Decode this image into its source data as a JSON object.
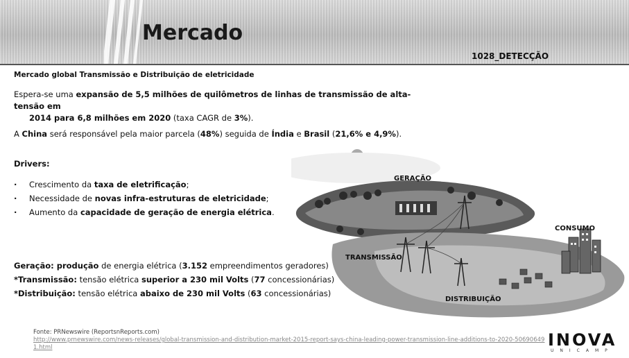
{
  "header": {
    "title": "Mercado",
    "code": "1028_DETECÇÃO"
  },
  "section_title": "Mercado global Transmissão e Distribuição de eletricidade",
  "paragraph1": {
    "t1": "Espera-se uma ",
    "b1": "expansão de 5,5 milhões de quilômetros de linhas de transmissão de alta-tensão em",
    "b2": "2014 para 6,8 milhões em 2020",
    "t2": " (taxa CAGR de ",
    "b3": "3%",
    "t3": ")."
  },
  "paragraph2": {
    "t1": "A ",
    "b1": "China",
    "t2": " será responsável pela maior parcela (",
    "b2": "48%",
    "t3": ") seguida de ",
    "b3": "Índia",
    "t4": " e ",
    "b4": "Brasil",
    "t5": " (",
    "b5": "21,6% e 4,9%",
    "t6": ")."
  },
  "drivers_title": "Drivers:",
  "drivers": [
    {
      "t1": "Crescimento da ",
      "b1": "taxa de eletrificação",
      "t2": ";"
    },
    {
      "t1": "Necessidade de ",
      "b1": "novas infra-estruturas de eletricidade",
      "t2": ";"
    },
    {
      "t1": "Aumento da ",
      "b1": "capacidade de geração de energia elétrica",
      "t2": "."
    }
  ],
  "definitions": [
    {
      "b1": "Geração: produção",
      "t1": " de energia elétrica (",
      "b2": "3.152",
      "t2": " empreendimentos geradores)"
    },
    {
      "b1": "*Transmissão:",
      "t1": " tensão elétrica ",
      "b2": "superior a 230 mil Volts",
      "t2": " (",
      "b3": "77",
      "t3": " concessionárias)"
    },
    {
      "b1": "*Distribuição:",
      "t1": " tensão elétrica ",
      "b2": "abaixo de 230 mil Volts",
      "t2": " (",
      "b3": "63",
      "t3": " concessionárias)"
    }
  ],
  "illustration": {
    "labels": {
      "geracao": "GERAÇÃO",
      "consumo": "CONSUMO",
      "transmissao": "TRANSMISSÃO",
      "distribuicao": "DISTRIBUIÇÃO"
    }
  },
  "footer": {
    "source": "Fonte: PRNewswire (ReportsnReports.com)",
    "url": "http://www.prnewswire.com/news-releases/global-transmission-and-distribution-market-2015-report-says-china-leading-power-transmission-line-additions-to-2020-506906491.html"
  },
  "logo": {
    "word": "INOVA",
    "sub": "UNICAMP"
  }
}
